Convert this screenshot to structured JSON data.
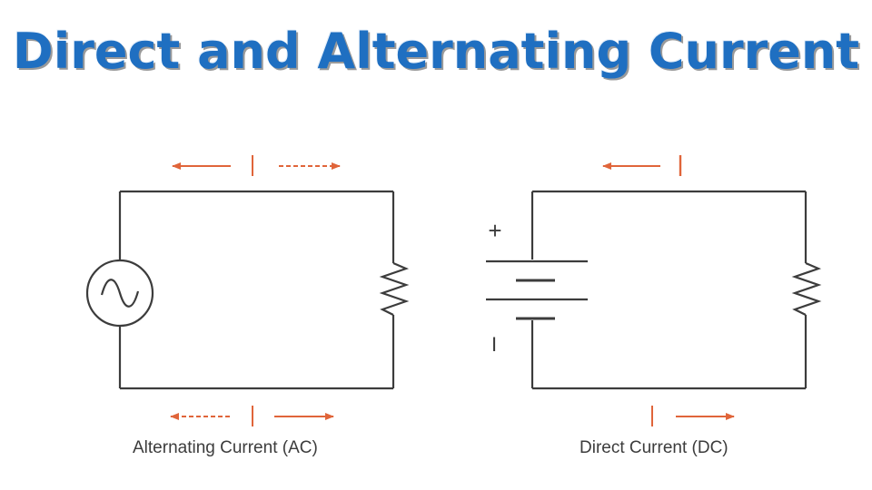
{
  "title": "Direct and Alternating Current",
  "ac_circuit": {
    "caption": "Alternating Current (AC)",
    "current_label_top": "I",
    "current_label_bottom": "I"
  },
  "dc_circuit": {
    "caption": "Direct Current (DC)",
    "current_label_top": "I",
    "current_label_bottom": "I",
    "battery_plus": "+",
    "battery_minus": "I"
  },
  "colors": {
    "title": "#1f6fc1",
    "wire": "#3c3c3c",
    "arrow": "#e0653a"
  }
}
